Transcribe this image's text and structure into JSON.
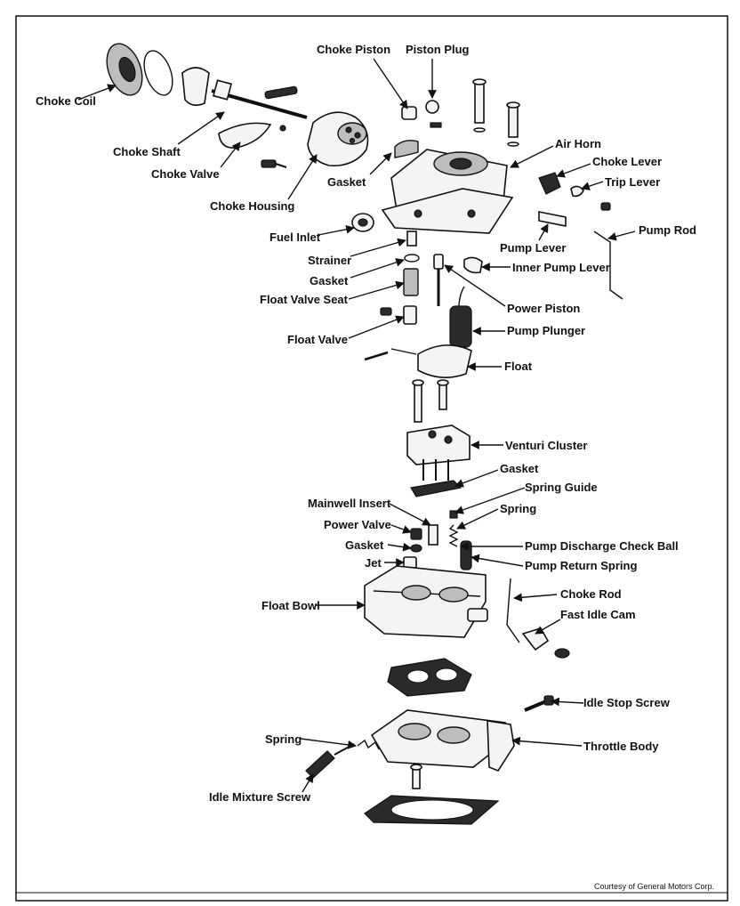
{
  "labels": {
    "choke_coil": "Choke Coil",
    "choke_piston": "Choke Piston",
    "piston_plug": "Piston Plug",
    "choke_shaft": "Choke Shaft",
    "choke_valve": "Choke Valve",
    "choke_housing": "Choke Housing",
    "gasket_top": "Gasket",
    "air_horn": "Air Horn",
    "choke_lever": "Choke Lever",
    "trip_lever": "Trip Lever",
    "fuel_inlet": "Fuel Inlet",
    "strainer": "Strainer",
    "gasket_strainer": "Gasket",
    "float_valve_seat": "Float Valve Seat",
    "float_valve": "Float Valve",
    "pump_lever": "Pump Lever",
    "pump_rod": "Pump Rod",
    "inner_pump_lever": "Inner Pump Lever",
    "power_piston": "Power Piston",
    "pump_plunger": "Pump Plunger",
    "float": "Float",
    "venturi_cluster": "Venturi Cluster",
    "gasket_venturi": "Gasket",
    "spring_guide": "Spring Guide",
    "mainwell_insert": "Mainwell Insert",
    "spring_upper": "Spring",
    "power_valve": "Power Valve",
    "pump_discharge_check_ball": "Pump Discharge Check Ball",
    "gasket_jet": "Gasket",
    "pump_return_spring": "Pump Return Spring",
    "jet": "Jet",
    "choke_rod": "Choke Rod",
    "float_bowl": "Float Bowl",
    "fast_idle_cam": "Fast Idle Cam",
    "idle_stop_screw": "Idle Stop Screw",
    "spring_lower": "Spring",
    "throttle_body": "Throttle Body",
    "idle_mixture_screw": "Idle Mixture Screw"
  },
  "credit": "Courtesy of General Motors Corp."
}
